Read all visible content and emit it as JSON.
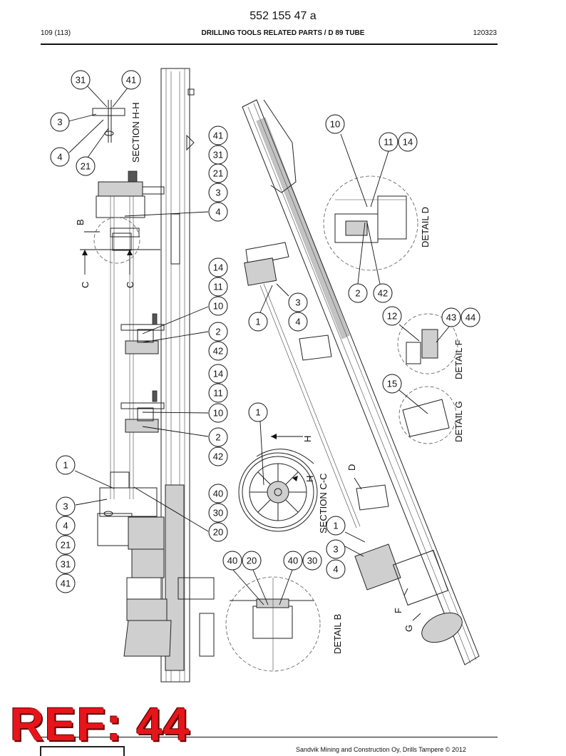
{
  "header": {
    "document_number": "552 155 47 a",
    "page": "109 (113)",
    "title": "DRILLING TOOLS RELATED PARTS / D 89 TUBE",
    "date_code": "120323"
  },
  "footer": {
    "credit": "Sandvik Mining and Construction Oy, Drills Tampere © 2012"
  },
  "stamp": {
    "text": "REF: 44",
    "color": "#e8141b"
  },
  "labels": {
    "section_hh": "SECTION H-H",
    "section_cc": "SECTION C-C",
    "detail_d": "DETAIL D",
    "detail_f": "DETAIL F",
    "detail_g": "DETAIL G",
    "detail_b": "DETAIL B",
    "mark_b": "B",
    "mark_c1": "C",
    "mark_c2": "C",
    "mark_h1": "H",
    "mark_h2": "H",
    "mark_d": "D",
    "mark_f": "F",
    "mark_g": "G"
  },
  "callouts": {
    "c31a": "31",
    "c41a": "41",
    "c3a": "3",
    "c4a": "4",
    "c21a": "21",
    "c41b": "41",
    "c31b": "31",
    "c21b": "21",
    "c3b": "3",
    "c4b": "4",
    "c14a": "14",
    "c11a": "11",
    "c10a": "10",
    "c2a": "2",
    "c42a": "42",
    "c14b": "14",
    "c11b": "11",
    "c10b": "10",
    "c2b": "2",
    "c42b": "42",
    "c1a": "1",
    "c3c": "3",
    "c4c": "4",
    "c21c": "21",
    "c31c": "31",
    "c41c": "41",
    "c40a": "40",
    "c30a": "30",
    "c20a": "20",
    "c1b": "1",
    "c40b": "40",
    "c20b": "20",
    "c40c": "40",
    "c30b": "30",
    "c10c": "10",
    "c11c": "11",
    "c14c": "14",
    "c2c": "2",
    "c42c": "42",
    "c1c": "1",
    "c3d": "3",
    "c4d": "4",
    "c12": "12",
    "c43": "43",
    "c44": "44",
    "c15": "15",
    "c1d": "1",
    "c3e": "3",
    "c4e": "4"
  }
}
